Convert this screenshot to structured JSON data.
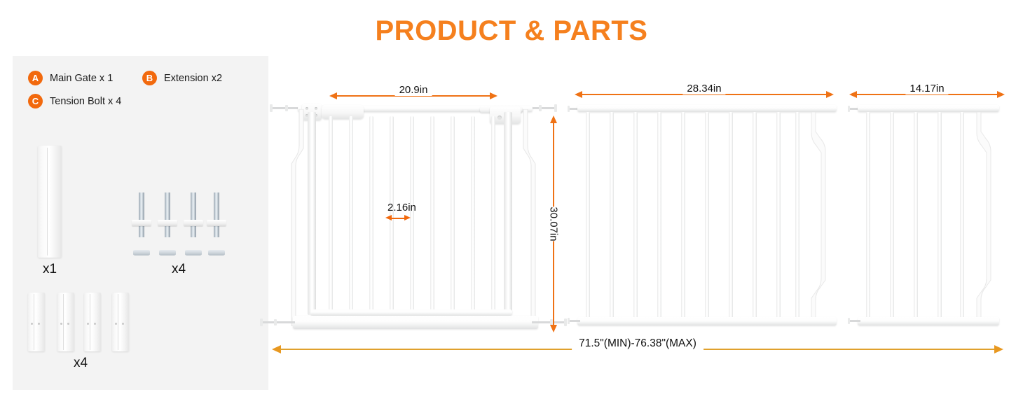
{
  "title": "PRODUCT & PARTS",
  "colors": {
    "accent_orange": "#f5801e",
    "badge_orange": "#f2690d",
    "dimension_orange": "#ef7215",
    "total_dimension_amber": "#e0a12c",
    "panel_background": "#f3f3f3",
    "text": "#111111"
  },
  "legend": {
    "items": [
      {
        "badge": "A",
        "label": "Main Gate x 1"
      },
      {
        "badge": "B",
        "label": "Extension x2"
      },
      {
        "badge": "C",
        "label": "Tension Bolt x 4"
      }
    ]
  },
  "parts": {
    "panel_piece": {
      "quantity_label": "x1"
    },
    "tension_bolts": {
      "quantity_label": "x4",
      "count": 4
    },
    "brackets": {
      "quantity_label": "x4",
      "count": 4
    }
  },
  "diagram": {
    "main_gate": {
      "door_width": "20.9in",
      "bar_gap": "2.16in",
      "height": "30.07in",
      "bar_count": 9
    },
    "extension_large": {
      "width": "28.34in",
      "bar_count": 11
    },
    "extension_small": {
      "width": "14.17in",
      "bar_count": 5
    },
    "total_width": "71.5\"(MIN)-76.38\"(MAX)"
  }
}
